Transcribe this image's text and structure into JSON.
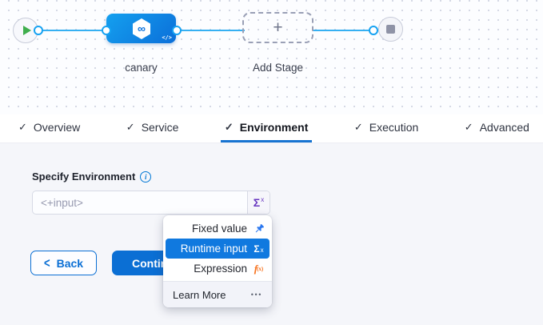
{
  "canvas": {
    "stage_label": "canary",
    "add_stage_label": "Add Stage",
    "plus_glyph": "+",
    "infinity_glyph": "∞",
    "code_glyph": "</>"
  },
  "tabs": {
    "check_glyph": "✓",
    "items": [
      {
        "label": "Overview",
        "active": false
      },
      {
        "label": "Service",
        "active": false
      },
      {
        "label": "Environment",
        "active": true
      },
      {
        "label": "Execution",
        "active": false
      },
      {
        "label": "Advanced",
        "active": false
      }
    ]
  },
  "environment": {
    "label": "Specify Environment",
    "info_glyph": "i",
    "input_value": "<+input>",
    "sigma_glyph": "Σ",
    "sigma_sup": "x"
  },
  "menu": {
    "items": [
      {
        "label": "Fixed value",
        "icon": "pin-icon",
        "selected": false
      },
      {
        "label": "Runtime input",
        "icon": "sigma-icon",
        "selected": true
      },
      {
        "label": "Expression",
        "icon": "fx-icon",
        "selected": false
      }
    ],
    "sigma_glyph": "Σ",
    "sigma_sup": "x",
    "fx_base": "f",
    "fx_sub": "(x)",
    "footer_label": "Learn More",
    "more_glyph": "•••"
  },
  "actions": {
    "back_chevron": "<",
    "back_label": "Back",
    "continue_label": "Continue"
  },
  "colors": {
    "primary_blue": "#0b6fd4",
    "connector_blue": "#36b0f2",
    "menu_highlight_blue": "#1079df",
    "runtime_purple": "#6938c0",
    "expression_orange": "#f7731f",
    "play_green": "#3fae4d",
    "active_tab_underline": "#1773d1"
  }
}
